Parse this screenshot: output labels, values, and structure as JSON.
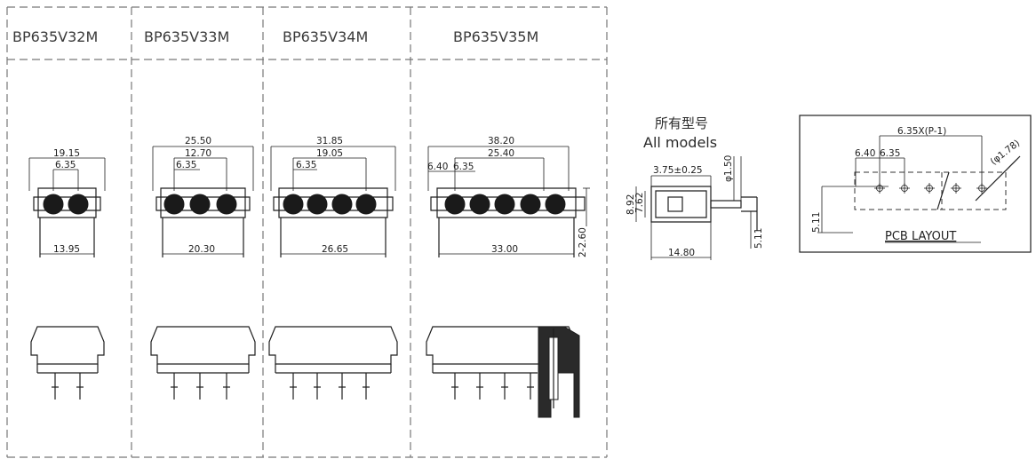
{
  "models": [
    {
      "name": "BP635V32M",
      "top_label": "19.15",
      "pitch_label": "6.35",
      "bottom_label": "13.95",
      "pins": 2
    },
    {
      "name": "BP635V33M",
      "top_label": "25.50",
      "second_label": "12.70",
      "pitch_label": "6.35",
      "bottom_label": "20.30",
      "pins": 3
    },
    {
      "name": "BP635V34M",
      "top_label": "31.85",
      "second_label": "19.05",
      "pitch_label": "6.35",
      "bottom_label": "26.65",
      "pins": 4
    },
    {
      "name": "BP635V35M",
      "top_label": "38.20",
      "second_label": "25.40",
      "pitch_label": "6.35",
      "offset_label": "6.40",
      "bottom_label": "33.00",
      "pins": 5
    }
  ],
  "height_label": "2-2.60",
  "side_view": {
    "title_cn": "所有型号",
    "title_en": "All models",
    "width_label": "3.75±0.25",
    "pin_dia_label": "φ1.50",
    "height_outer": "8.92",
    "height_inner": "7.62",
    "depth_label": "14.80",
    "pin_len_label": "5.11"
  },
  "pcb_layout": {
    "pitch_label": "6.35X(P-1)",
    "offset_label": "6.40",
    "pitch_label2": "6.35",
    "hole_label": "(φ1.78)",
    "height_label": "5.11",
    "title": "PCB LAYOUT"
  }
}
